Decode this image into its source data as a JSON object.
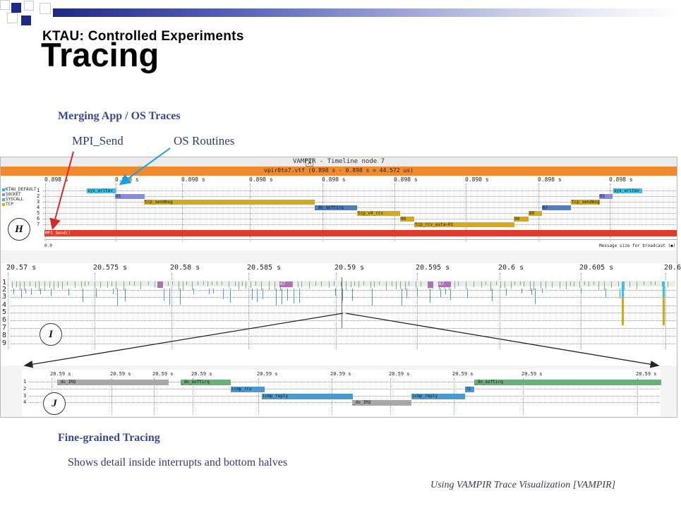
{
  "header": {
    "subtitle": "KTAU: Controlled Experiments",
    "title": "Tracing"
  },
  "section_top": {
    "heading": "Merging App / OS Traces",
    "label_mpi": "MPI_Send",
    "label_os": "OS Routines"
  },
  "vampir": {
    "window_title": "VAMPIR - Timeline node 7",
    "close_glyph": "X",
    "trace_info": "vpir0to7.vtf (0.898 s - 0.898 s = 44.572 us)",
    "pane_h": {
      "time_labels": [
        "0.898 s",
        "0.898 s",
        "0.898 s",
        "0.898 s",
        "0.898 s",
        "0.898 s",
        "0.898 s",
        "0.898 s",
        "0.898 s"
      ],
      "legend": [
        {
          "name": "KTAU_DEFAULT",
          "color": "#2ab7e8"
        },
        {
          "name": "SOCKET",
          "color": "#8a8ae0"
        },
        {
          "name": "SYSCALL",
          "color": "#2ab7e8"
        },
        {
          "name": "TCP",
          "color": "#d4aa1a"
        }
      ],
      "rows": [
        "1",
        "2",
        "3",
        "4",
        "5",
        "6",
        "7"
      ],
      "bars": [
        {
          "label": "sys_writev",
          "row": 1,
          "color": "#2ec6f0"
        },
        {
          "label": "95",
          "row": 2,
          "color": "#8a8ae0"
        },
        {
          "label": "tcp_sendmsg",
          "row": 3,
          "color": "#d4aa1a"
        },
        {
          "label": "_do_softirq",
          "row": 4,
          "color": "#4a7fc0"
        },
        {
          "label": "tcp_v4_rcv",
          "row": 5,
          "color": "#d4aa1a"
        },
        {
          "label": "90",
          "row": 6,
          "color": "#d4aa1a"
        },
        {
          "label": "tcp_rcv_esta~01",
          "row": 7,
          "color": "#d4aa1a"
        },
        {
          "label": "90",
          "row": 6,
          "color": "#d4aa1a"
        },
        {
          "label": "89",
          "row": 5,
          "color": "#d4aa1a"
        },
        {
          "label": "67",
          "row": 4,
          "color": "#4a7fc0"
        },
        {
          "label": "tcp_sendmsg",
          "row": 3,
          "color": "#d4aa1a"
        },
        {
          "label": "95",
          "row": 2,
          "color": "#8a8ae0"
        },
        {
          "label": "sys_writev",
          "row": 1,
          "color": "#2ec6f0"
        }
      ],
      "mpi_bar": "MPI_Send()",
      "axis_zero": "0.0",
      "message_note": "Message size for broadcast (●)",
      "circle": "H"
    },
    "pane_i": {
      "time_labels": [
        "20.57 s",
        "20.575 s",
        "20.58 s",
        "20.585 s",
        "20.59 s",
        "20.595 s",
        "20.6 s",
        "20.605 s",
        "20.6"
      ],
      "rows": [
        "1",
        "2",
        "3",
        "4",
        "5",
        "6",
        "7",
        "8",
        "9"
      ],
      "badges": [
        "67",
        "67"
      ],
      "circle": "I"
    },
    "pane_j": {
      "time_labels": [
        "20.59 s",
        "20.59 s",
        "20.59 s",
        "20.59 s",
        "20.59 s",
        "20.59 s",
        "20.59 s",
        "20.59 s",
        "20.59 s",
        "20.59 s"
      ],
      "rows": [
        "1",
        "2",
        "3",
        "4"
      ],
      "bars": [
        {
          "label": "_do_IRQ",
          "row": 1,
          "color": "#a8a8a8"
        },
        {
          "label": "_do_softirq",
          "row": 1,
          "color": "#6aae7a"
        },
        {
          "label": "icmp_rcv",
          "row": 2,
          "color": "#4a9ad0"
        },
        {
          "label": "icmp_reply",
          "row": 3,
          "color": "#4a9ad0"
        },
        {
          "label": "_do_IRQ",
          "row": 4,
          "color": "#a8a8a8"
        },
        {
          "label": "icmp_reply",
          "row": 3,
          "color": "#4a9ad0"
        },
        {
          "label": "72",
          "row": 2,
          "color": "#4a9ad0"
        },
        {
          "label": "_do_softirq",
          "row": 1,
          "color": "#6aae7a"
        }
      ],
      "circle": "J"
    }
  },
  "section_bottom": {
    "heading": "Fine-grained Tracing",
    "note": "Shows detail inside interrupts and bottom halves"
  },
  "citation": "Using VAMPIR Trace Visualization  [VAMPIR]",
  "colors": {
    "header_dark": "#1c2a86",
    "accent_orange": "#f18a2e",
    "mpi_red": "#e03a2a",
    "arrow_red": "#d42a2a",
    "arrow_blue": "#1a9ee0"
  }
}
